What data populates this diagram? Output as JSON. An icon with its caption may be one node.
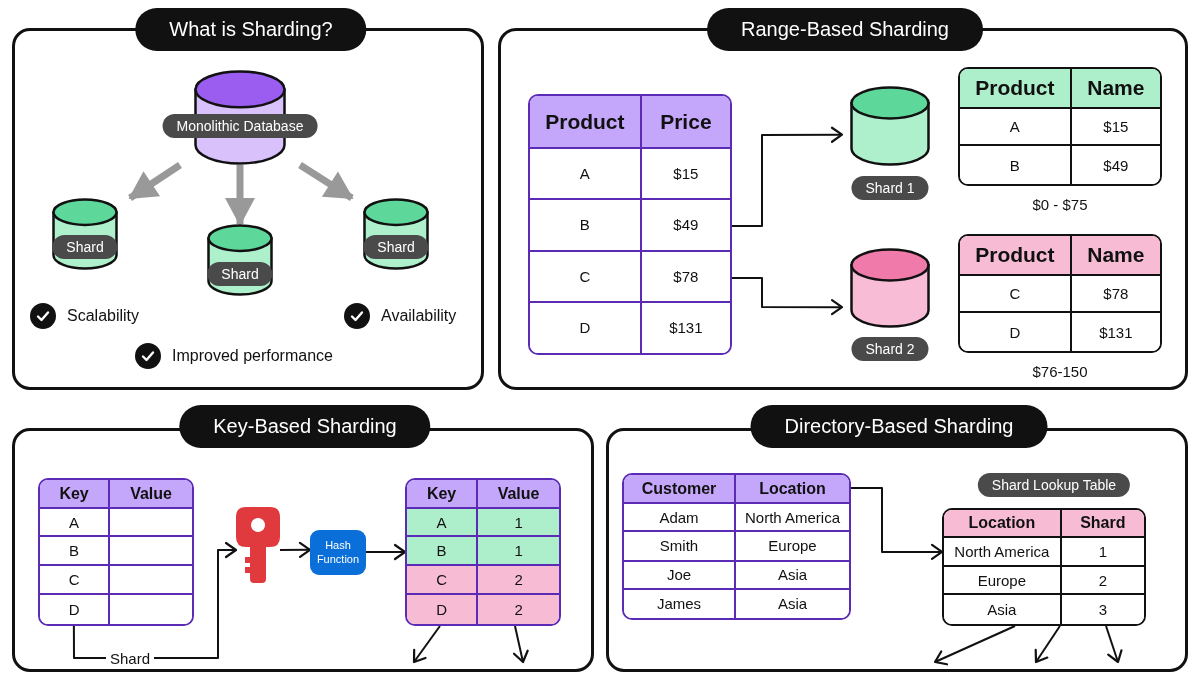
{
  "diagram": {
    "nodes": [
      {
        "text": [
          "What is Sharding?"
        ]
      },
      {
        "text": [
          "Monolithic Database"
        ],
        "in": 0
      },
      {
        "text": [
          "Shard"
        ],
        "in": 0
      },
      {
        "text": [
          "Shard"
        ],
        "in": 0
      },
      {
        "text": [
          "Shard"
        ],
        "in": 0
      },
      {
        "text": [
          "Range-Based Sharding"
        ]
      },
      {
        "text": [
          "Product",
          "Price",
          "A",
          "$15",
          "B",
          "$49",
          "C",
          "$78",
          "D",
          "$131"
        ],
        "in": 5
      },
      {
        "text": [
          "Shard 1"
        ],
        "in": 5
      },
      {
        "text": [
          "Product",
          "Name",
          "A",
          "$15",
          "B",
          "$49"
        ],
        "beside": [
          "$0 - $75"
        ],
        "in": 5
      },
      {
        "text": [
          "Shard 2"
        ],
        "in": 5
      },
      {
        "text": [
          "Product",
          "Name",
          "C",
          "$78",
          "D",
          "$131"
        ],
        "beside": [
          "$76-150"
        ],
        "in": 5
      },
      {
        "text": [
          "Key-Based Sharding"
        ]
      },
      {
        "text": [
          "Key",
          "Value",
          "A",
          "B",
          "C",
          "D"
        ],
        "in": 11
      },
      {
        "text": [],
        "shape": "key",
        "in": 11
      },
      {
        "text": [
          "Hash Function"
        ],
        "in": 11
      },
      {
        "text": [
          "Key",
          "Value",
          "A",
          "1",
          "B",
          "1",
          "C",
          "2",
          "D",
          "2"
        ],
        "in": 11
      },
      {
        "text": [
          "Directory-Based Sharding"
        ]
      },
      {
        "text": [
          "Customer",
          "Location",
          "Adam",
          "North America",
          "Smith",
          "Europe",
          "Joe",
          "Asia",
          "James",
          "Asia"
        ],
        "in": 16
      },
      {
        "text": [
          "Shard Lookup Table",
          "Location",
          "Shard",
          "North America",
          "1",
          "Europe",
          "2",
          "Asia",
          "3"
        ],
        "in": 16
      }
    ],
    "edges": [
      {
        "from": 1,
        "to": 2,
        "arrow": "to",
        "style": "thick",
        "color": "#999999"
      },
      {
        "from": 1,
        "to": 3,
        "arrow": "to",
        "style": "thick",
        "color": "#999999"
      },
      {
        "from": 1,
        "to": 4,
        "arrow": "to",
        "style": "thick",
        "color": "#999999"
      },
      {
        "from": 6,
        "to": 7,
        "arrow": "to"
      },
      {
        "from": 6,
        "to": 9,
        "arrow": "to"
      },
      {
        "from": 12,
        "to": 13,
        "arrow": "to",
        "label": "Shard"
      },
      {
        "from": 13,
        "to": 14,
        "arrow": "to"
      },
      {
        "from": 14,
        "to": 15,
        "arrow": "to"
      },
      {
        "from": 15,
        "to": null,
        "arrow": "to"
      },
      {
        "from": 15,
        "to": null,
        "arrow": "to"
      },
      {
        "from": 17,
        "to": 18,
        "arrow": "to"
      },
      {
        "from": 18,
        "to": null,
        "arrow": "to"
      },
      {
        "from": 18,
        "to": null,
        "arrow": "to"
      },
      {
        "from": 18,
        "to": null,
        "arrow": "to"
      }
    ],
    "labels": [
      "Scalability",
      "Availability",
      "Improved performance"
    ]
  }
}
